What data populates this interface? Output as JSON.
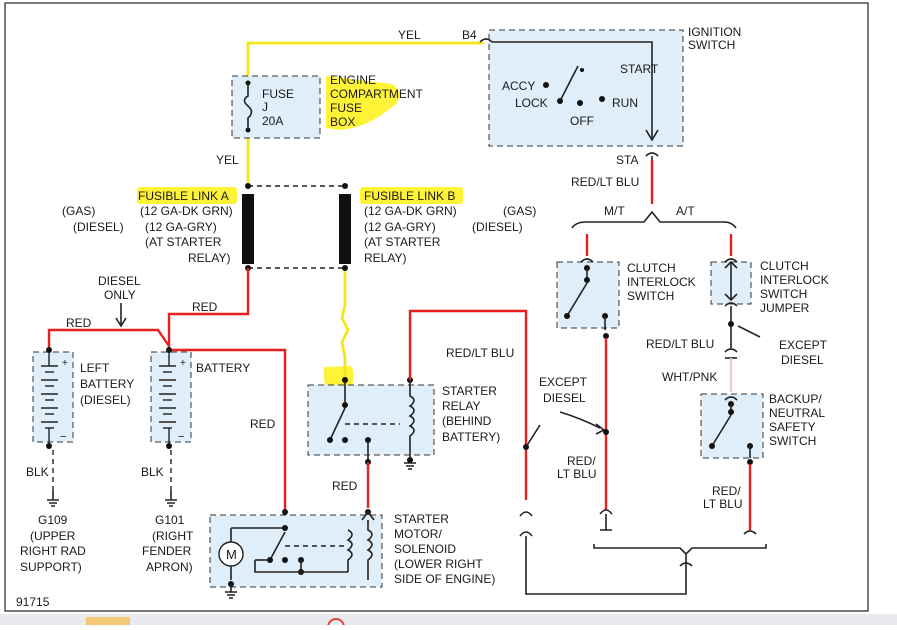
{
  "colors": {
    "red_wire": "#e5201e",
    "yellow_wire": "#f5e61a",
    "highlight": "#fff22d",
    "component_fill": "#dfeef8"
  },
  "ignition": {
    "title_1": "IGNITION",
    "title_2": "SWITCH",
    "b4": "B4",
    "accy": "ACCY",
    "lock": "LOCK",
    "off": "OFF",
    "run": "RUN",
    "start": "START",
    "sta": "STA"
  },
  "wires": {
    "yel_top": "YEL",
    "yel_mid": "YEL",
    "red_lt_blu_top": "RED/LT BLU",
    "mt": "M/T",
    "at": "A/T",
    "red_battery": "RED",
    "red_diesel": "RED",
    "red_vertical": "RED",
    "red_starter": "RED",
    "red_lt_blu_relay": "RED/LT BLU",
    "red_lt_blu_jumper": "RED/LT BLU",
    "wht_pnk": "WHT/PNK",
    "red_1": "RED/",
    "lt_blu_1": "LT BLU",
    "red_2": "RED/",
    "lt_blu_2": "LT BLU",
    "blk_1": "BLK",
    "blk_2": "BLK",
    "diesel_only_1": "DIESEL",
    "diesel_only_2": "ONLY"
  },
  "fuse": {
    "line1": "FUSE",
    "line2": "J",
    "line3": "20A",
    "box1": "ENGINE",
    "box2": "COMPARTMENT",
    "box3": "FUSE",
    "box4": "BOX"
  },
  "fusible_a": {
    "title": "FUSIBLE LINK A",
    "gas_spec": "(12 GA-DK GRN)",
    "diesel_spec": "(12 GA-GRY)",
    "loc1": "(AT STARTER",
    "loc2": "RELAY)",
    "gas": "(GAS)",
    "diesel": "(DIESEL)"
  },
  "fusible_b": {
    "title": "FUSIBLE LINK B",
    "gas_spec": "(12 GA-DK GRN)",
    "diesel_spec": "(12 GA-GRY)",
    "loc1": "(AT STARTER",
    "loc2": "RELAY)",
    "gas": "(GAS)",
    "diesel": "(DIESEL)"
  },
  "batteries": {
    "left_1": "LEFT",
    "left_2": "BATTERY",
    "left_3": "(DIESEL)",
    "main": "BATTERY",
    "g109": "G109",
    "g109_1": "(UPPER",
    "g109_2": "RIGHT RAD",
    "g109_3": "SUPPORT)",
    "g101": "G101",
    "g101_1": "(RIGHT",
    "g101_2": "FENDER",
    "g101_3": "APRON)"
  },
  "relay": {
    "l1": "STARTER",
    "l2": "RELAY",
    "l3": "(BEHIND",
    "l4": "BATTERY)"
  },
  "motor": {
    "l1": "STARTER",
    "l2": "MOTOR/",
    "l3": "SOLENOID",
    "l4": "(LOWER RIGHT",
    "l5": "SIDE OF ENGINE)",
    "m": "M"
  },
  "clutch": {
    "l1": "CLUTCH",
    "l2": "INTERLOCK",
    "l3": "SWITCH"
  },
  "jumper": {
    "l1": "CLUTCH",
    "l2": "INTERLOCK",
    "l3": "SWITCH",
    "l4": "JUMPER"
  },
  "except_diesel_right": {
    "l1": "EXCEPT",
    "l2": "DIESEL"
  },
  "except_diesel_mid": {
    "l1": "EXCEPT",
    "l2": "DIESEL"
  },
  "backup": {
    "l1": "BACKUP/",
    "l2": "NEUTRAL",
    "l3": "SAFETY",
    "l4": "SWITCH"
  },
  "figure_id": "91715"
}
